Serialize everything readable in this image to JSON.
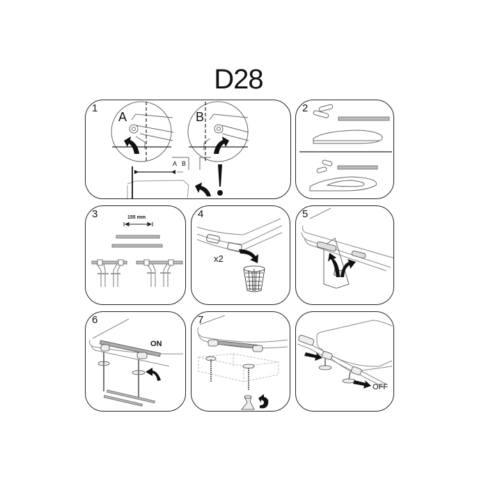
{
  "title": "D28",
  "panels": [
    {
      "step": "1",
      "labels": {
        "a": "A",
        "b": "B",
        "a_small": "A",
        "b_small": "B",
        "warning": "!"
      }
    },
    {
      "step": "2"
    },
    {
      "step": "3",
      "dimension": "155 mm"
    },
    {
      "step": "4",
      "multiplier": "x2"
    },
    {
      "step": "5"
    },
    {
      "step": "6",
      "state": "ON"
    },
    {
      "step": "7"
    },
    {
      "step": "",
      "state": "OFF"
    }
  ],
  "colors": {
    "line": "#222222",
    "rod": "#b8b8b8",
    "light_line": "#888888"
  }
}
